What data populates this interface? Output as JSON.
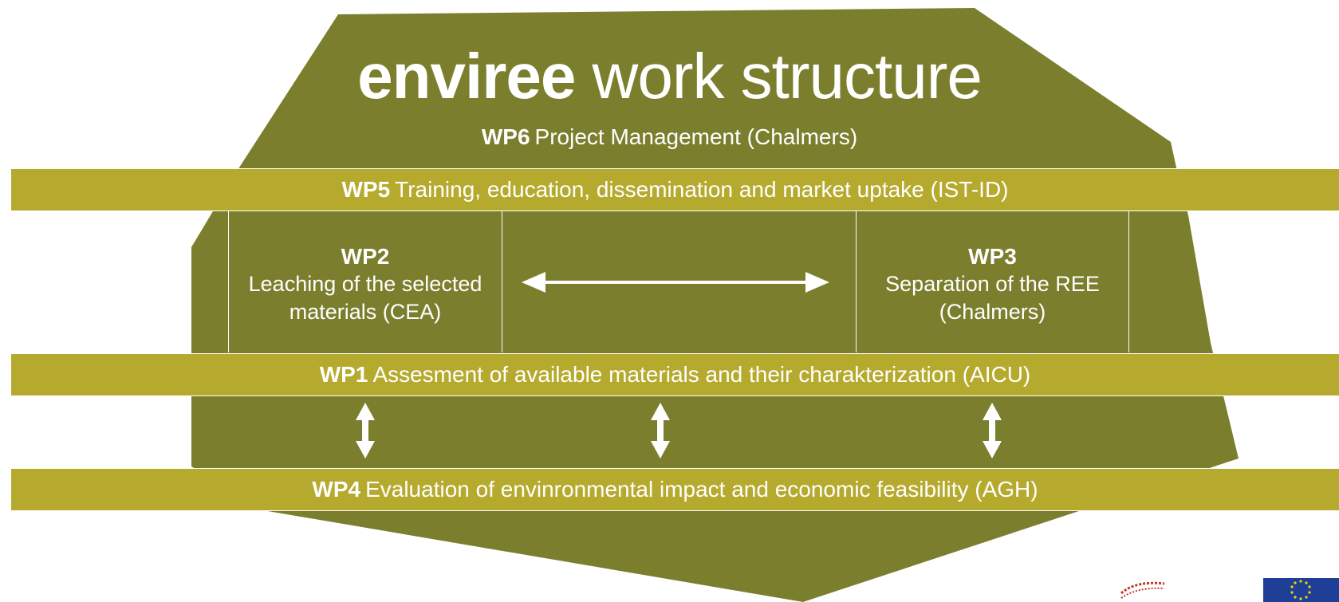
{
  "title": {
    "brand": "enviree",
    "rest": "work structure"
  },
  "wp6": {
    "code": "WP6",
    "label": "Project Management (Chalmers)"
  },
  "wp5": {
    "code": "WP5",
    "label": "Training, education, dissemination and market uptake (IST-ID)"
  },
  "wp2": {
    "code": "WP2",
    "line1": "Leaching of the selected",
    "line2": "materials (CEA)"
  },
  "wp3": {
    "code": "WP3",
    "line1": "Separation of the REE",
    "line2": "(Chalmers)"
  },
  "wp1": {
    "code": "WP1",
    "label": "Assesment of available materials and their charakterization (AICU)"
  },
  "wp4": {
    "code": "WP4",
    "label": "Evaluation of envinronmental impact and economic feasibility (AGH)"
  },
  "colors": {
    "dark_olive": "#7b7f2d",
    "band_olive": "#b6aa2e",
    "text": "#ffffff",
    "eu_blue": "#1f3f96",
    "eu_star": "#f5d300",
    "partner_logo": "#c0392b"
  },
  "icons": {
    "horizontal_arrow": "double-headed-horizontal-arrow-icon",
    "vertical_arrow": "double-headed-vertical-arrow-icon",
    "partner_logo": "partner-logo",
    "eu_flag": "eu-flag-icon"
  }
}
